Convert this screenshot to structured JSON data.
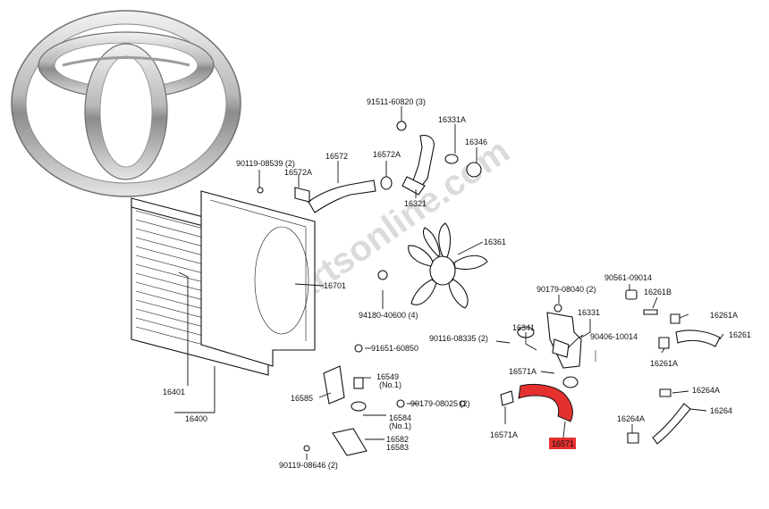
{
  "watermark": "Autopartsonline.com",
  "colors": {
    "highlight": "#e53030",
    "line": "#111111",
    "logo_metal": "#9a9a9a"
  },
  "logo": "toyota-emblem",
  "labels": {
    "p91511": "91511-60820 (3)",
    "p16331A_top": "16331A",
    "p16346": "16346",
    "p16572": "16572",
    "p16572A_a": "16572A",
    "p16572A_b": "16572A",
    "p90119_08539": "90119-08539 (2)",
    "p16321": "16321",
    "p16361": "16361",
    "p16701": "16701",
    "p94180": "94180-40600 (4)",
    "p16401": "16401",
    "p16400": "16400",
    "p91651": "91651-60850",
    "p16549": "16549",
    "p16549_sub": "(No.1)",
    "p16585": "16585",
    "p90179_08025": "90179-08025 (2)",
    "p16584": "16584",
    "p16584_sub": "(No.1)",
    "p16582": "16582",
    "p16583": "16583",
    "p90119_08646": "90119-08646 (2)",
    "p90179_08040": "90179-08040 (2)",
    "p90561": "90561-09014",
    "p16261B": "16261B",
    "p16331": "16331",
    "p16261A_a": "16261A",
    "p16341": "16341",
    "p90406": "90406-10014",
    "p16261": "16261",
    "p90116": "90116-08335 (2)",
    "p16261A_b": "16261A",
    "p16571A_a": "16571A",
    "p16264A_a": "16264A",
    "p16264": "16264",
    "p16264A_b": "16264A",
    "p16571A_b": "16571A",
    "p16571": "16571"
  }
}
